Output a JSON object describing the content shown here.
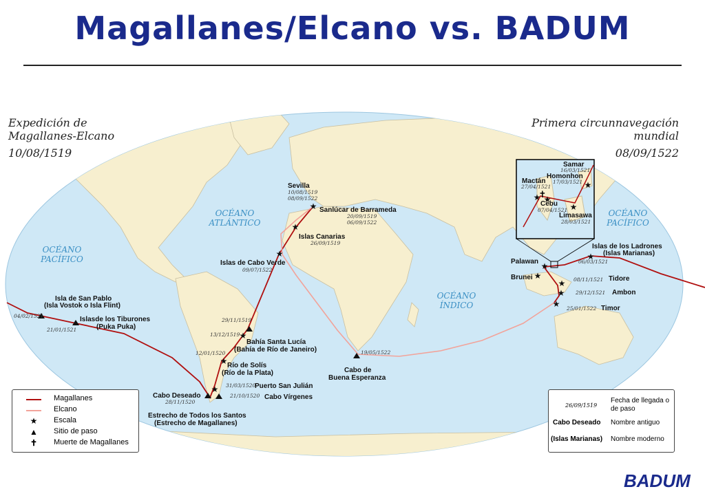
{
  "title": "Magallanes/Elcano vs. BADUM",
  "header": {
    "left_line1": "Expedición de",
    "left_line2": "Magallanes-Elcano",
    "left_date": "10/08/1519",
    "right_line1": "Primera circunnavegación",
    "right_line2": "mundial",
    "right_date": "08/09/1522"
  },
  "oceans": {
    "atlantic_1": "OCÉANO",
    "atlantic_2": "ATLÁNTICO",
    "pacific_w_1": "OCÉANO",
    "pacific_w_2": "PACÍFICO",
    "pacific_e_1": "OCÉANO",
    "pacific_e_2": "PACÍFICO",
    "indian_1": "OCÉANO",
    "indian_2": "ÍNDICO"
  },
  "places": {
    "sevilla": {
      "name": "Sevilla",
      "d1": "10/08/1519",
      "d2": "08/09/1522"
    },
    "sanlucar": {
      "name": "Sanlúcar de Barrameda",
      "d1": "20/09/1519",
      "d2": "06/09/1522"
    },
    "canarias": {
      "name": "Islas Canarias",
      "d1": "26/09/1519"
    },
    "cabo_verde": {
      "name": "Islas de Cabo Verde",
      "d1": "09/07/1522"
    },
    "santa_lucia": {
      "name1": "Bahía Santa Lucía",
      "name2": "(Bahía de Río de Janeiro)",
      "d1": "13/12/1519"
    },
    "brasil_point": {
      "d1": "29/11/1519"
    },
    "solis": {
      "name1": "Río de Solís",
      "name2": "(Río de la Plata)",
      "d1": "12/01/1520"
    },
    "san_julian": {
      "name": "Puerto San Julián",
      "d1": "31/03/1520"
    },
    "virgenes": {
      "name": "Cabo Vírgenes",
      "d1": "21/10/1520"
    },
    "deseado": {
      "name": "Cabo Deseado",
      "d1": "28/11/1520"
    },
    "estrecho": {
      "name1": "Estrecho de Todos los Santos",
      "name2": "(Estrecho de Magallanes)"
    },
    "san_pablo": {
      "name1": "Isla de San Pablo",
      "name2": "(Isla Vostok o Isla Flint)",
      "d1": "04/02/1521"
    },
    "tiburones": {
      "name1": "Islasde los Tiburones",
      "name2": "(Puka Puka)",
      "d1": "21/01/1521"
    },
    "buena_esperanza": {
      "name1": "Cabo de",
      "name2": "Buena Esperanza",
      "d1": "19/05/1522"
    },
    "ladrones": {
      "name1": "Islas de los Ladrones",
      "name2": "(Islas Marianas)",
      "d1": "06/03/1521"
    },
    "palawan": {
      "name": "Palawan"
    },
    "brunei": {
      "name": "Brunei"
    },
    "tidore": {
      "name": "Tidore",
      "d1": "08/11/1521"
    },
    "ambon": {
      "name": "Ambon",
      "d1": "29/12/1521"
    },
    "timor": {
      "name": "Timor",
      "d1": "25/01/1522"
    }
  },
  "inset": {
    "samar": {
      "name": "Samar",
      "d1": "16/03/1521"
    },
    "homonhon": {
      "name": "Homonhon",
      "d1": "17/03/1521"
    },
    "mactan": {
      "name": "Mactán",
      "d1": "27/04/1521"
    },
    "cebu": {
      "name": "Cebu",
      "d1": "07/04/1521"
    },
    "limasawa": {
      "name": "Limasawa",
      "d1": "28/03/1521"
    }
  },
  "legend": {
    "magallanes": "Magallanes",
    "elcano": "Elcano",
    "escala": "Escala",
    "sitio": "Sitio de paso",
    "muerte": "Muerte de Magallanes"
  },
  "key": {
    "sample_date": "26/09/1519",
    "date_desc": "Fecha de llegada o de paso",
    "old_sample": "Cabo Deseado",
    "old_desc": "Nombre antiguo",
    "new_sample": "(Islas Marianas)",
    "new_desc": "Nombre moderno"
  },
  "colors": {
    "ocean": "#cfe8f6",
    "land": "#f7efcf",
    "magallanes_route": "#b01010",
    "elcano_route": "#f2a39a",
    "title": "#1a2a8c",
    "ocean_label": "#3a8fc4"
  },
  "brand": "BADUM"
}
